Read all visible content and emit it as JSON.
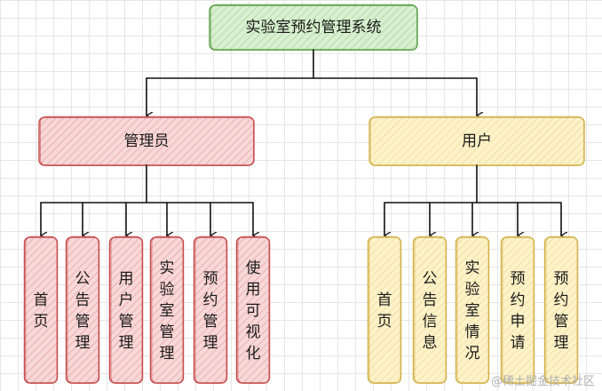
{
  "diagram": {
    "root": {
      "label": "实验室预约管理系统",
      "fill": "#d8f0d0",
      "stroke": "#5aa046"
    },
    "branches": [
      {
        "label": "管理员",
        "fill": "#f8d7d7",
        "stroke": "#c54a4a",
        "children": [
          "首页",
          "公告管理",
          "用户管理",
          "实验室管理",
          "预约管理",
          "使用可视化"
        ]
      },
      {
        "label": "用户",
        "fill": "#fdf2c8",
        "stroke": "#d2b04a",
        "children": [
          "首页",
          "公告信息",
          "实验室情况",
          "预约申请",
          "预约管理"
        ]
      }
    ],
    "line_color": "#111111"
  },
  "watermark": "@稀土掘金技术社区"
}
